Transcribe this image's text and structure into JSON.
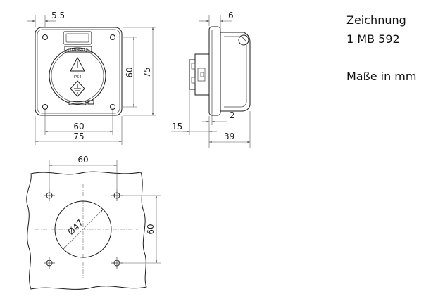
{
  "title": {
    "line1": "Zeichnung",
    "line2": "1 MB 592",
    "units": "Maße in mm"
  },
  "front_view": {
    "dim_top": "5.5",
    "dim_inner_width": "60",
    "dim_outer_width": "75",
    "dim_inner_height": "60",
    "dim_outer_height": "75",
    "brand_label": "MENNEKES",
    "ip_label": "IP54"
  },
  "side_view": {
    "dim_top": "6",
    "dim_2": "2",
    "dim_15": "15",
    "dim_39": "39"
  },
  "cutout": {
    "dim_hole_spacing_x": "60",
    "dim_hole_spacing_y": "60",
    "dim_diameter": "Ø47"
  }
}
